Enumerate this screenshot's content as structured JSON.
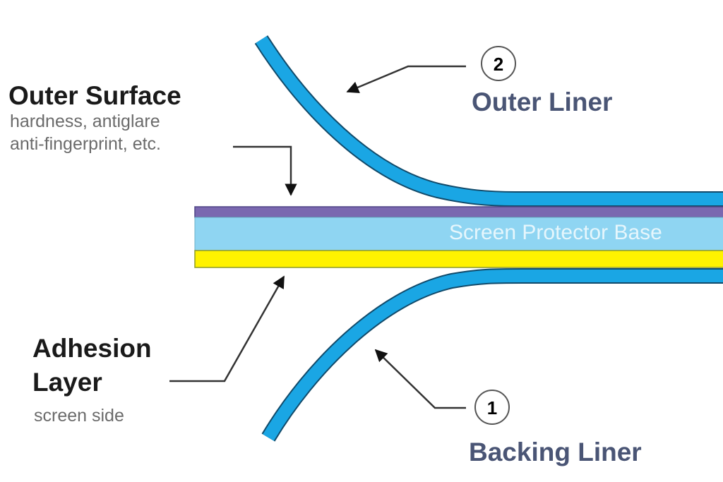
{
  "labels": {
    "outer_surface": {
      "title": "Outer Surface",
      "line1": "hardness, antiglare",
      "line2": "anti-fingerprint, etc."
    },
    "adhesion_layer": {
      "title_line1": "Adhesion",
      "title_line2": "Layer",
      "subtitle": "screen side"
    },
    "outer_liner": {
      "number": "2",
      "label": "Outer Liner"
    },
    "backing_liner": {
      "number": "1",
      "label": "Backing Liner"
    },
    "base": "Screen Protector Base"
  },
  "colors": {
    "liner": "#1aa6e4",
    "outer_surface_layer": "#7a68b0",
    "base_layer": "#8fd5f2",
    "adhesion_layer": "#fff200",
    "liner_label": "#4a5575"
  }
}
